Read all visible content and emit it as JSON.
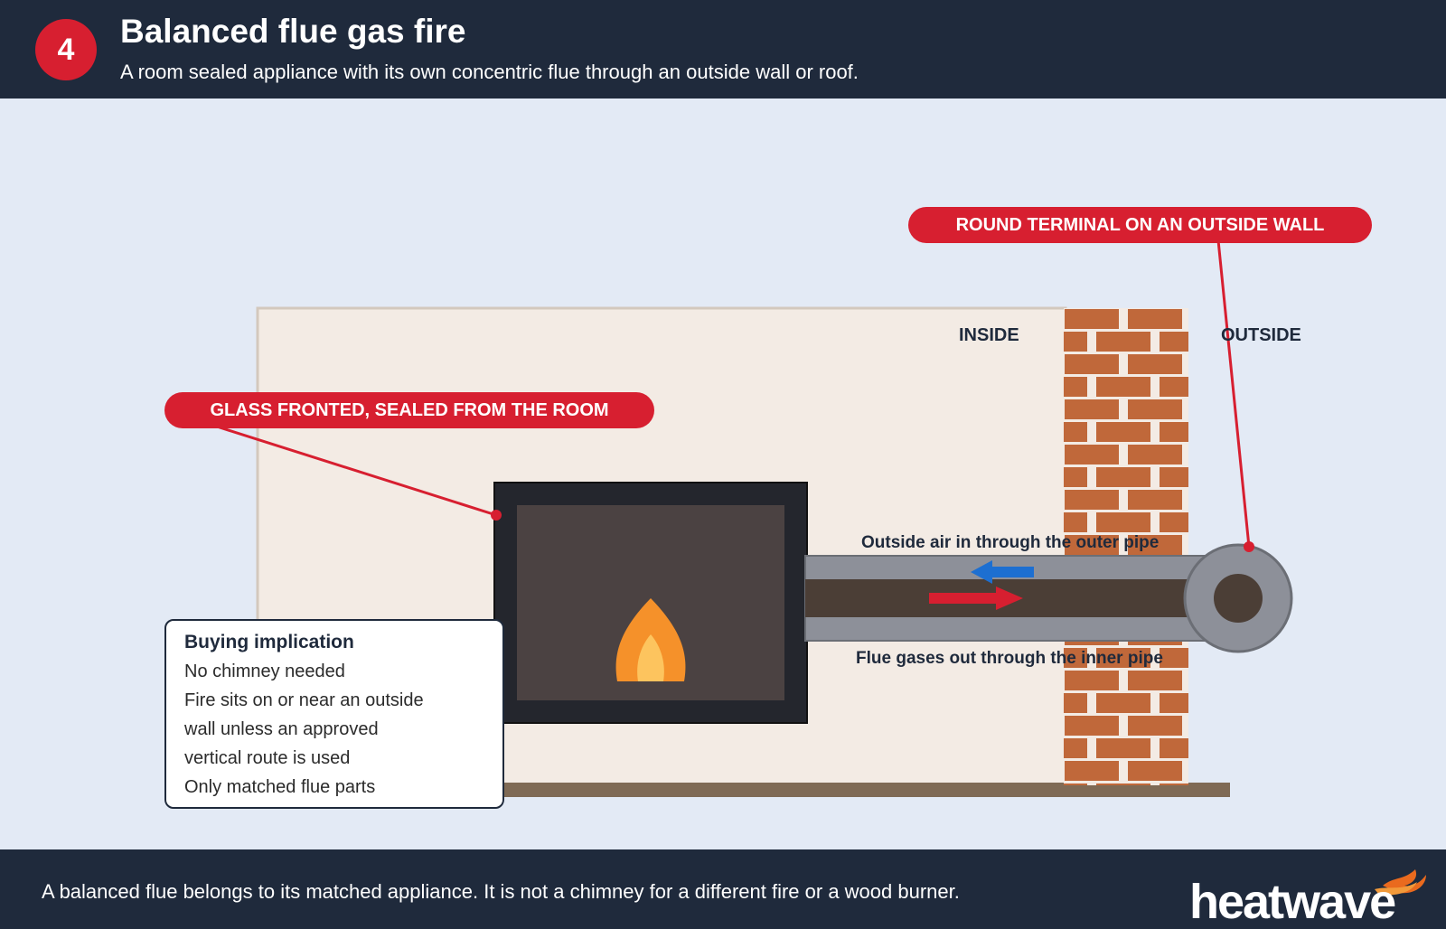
{
  "header": {
    "step_number": "4",
    "title": "Balanced flue gas fire",
    "subtitle": "A room sealed appliance with its own concentric flue through an outside wall or roof."
  },
  "diagram": {
    "callout_glass": "GLASS FRONTED, SEALED FROM THE ROOM",
    "callout_terminal": "ROUND TERMINAL ON AN OUTSIDE WALL",
    "label_inside": "INSIDE",
    "label_outside": "OUTSIDE",
    "air_in_label": "Outside air in through the outer pipe",
    "flue_out_label": "Flue gases out through the inner pipe",
    "air_arrow_color": "#1d6fd1",
    "flue_arrow_color": "#d71f30"
  },
  "buying": {
    "title": "Buying implication",
    "lines": [
      "No chimney needed",
      "Fire sits on or near an outside",
      "wall unless an approved",
      "vertical route is used",
      "Only matched flue parts"
    ]
  },
  "footer": {
    "text": "A balanced flue belongs to its matched appliance. It is not a chimney for a different fire or a wood burner.",
    "logo_text": "heatwave"
  },
  "colors": {
    "navy": "#1f2a3c",
    "accent_red": "#d71f30",
    "brick": "#c0683a",
    "wall": "#f3ebe4",
    "background": "#e3eaf5"
  }
}
